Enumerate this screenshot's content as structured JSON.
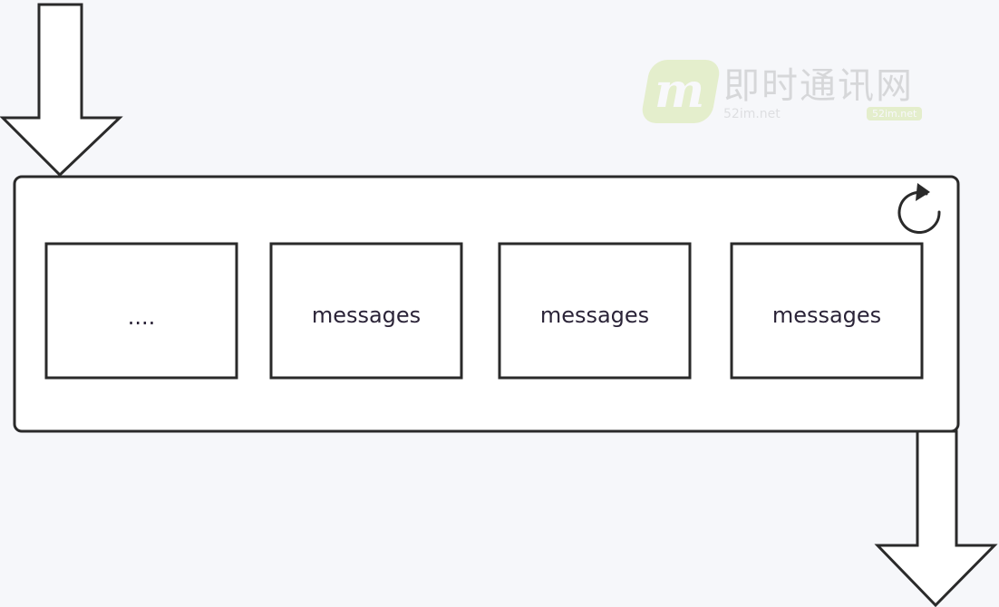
{
  "boxes": [
    {
      "label": "...."
    },
    {
      "label": "messages"
    },
    {
      "label": "messages"
    },
    {
      "label": "messages"
    }
  ],
  "icons": {
    "refresh": "refresh-icon",
    "arrow_in": "down-arrow-icon",
    "arrow_out": "down-arrow-icon"
  },
  "watermark": {
    "logo_letter": "m",
    "title": "即时通讯网",
    "subtitle": "52im.net",
    "badge": "52im.net"
  },
  "colors": {
    "background": "#f6f7fa",
    "stroke": "#2a2a2a",
    "box_fill": "#ffffff",
    "text": "#2b2438",
    "watermark_green": "#a8cf2e"
  }
}
